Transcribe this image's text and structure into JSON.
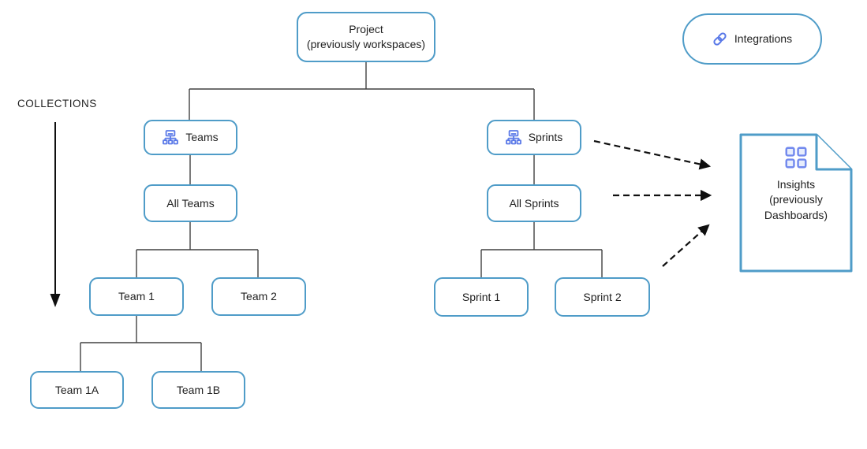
{
  "diagram": {
    "collections_label": "COLLECTIONS",
    "nodes": {
      "project": {
        "lines": [
          "Project",
          "(previously workspaces)"
        ]
      },
      "integrations": {
        "label": "Integrations",
        "icon": "link-icon"
      },
      "teams": {
        "label": "Teams",
        "icon": "org-hierarchy-icon"
      },
      "all_teams": {
        "label": "All Teams"
      },
      "team_1": {
        "label": "Team 1"
      },
      "team_2": {
        "label": "Team 2"
      },
      "team_1a": {
        "label": "Team 1A"
      },
      "team_1b": {
        "label": "Team 1B"
      },
      "sprints": {
        "label": "Sprints",
        "icon": "org-hierarchy-icon"
      },
      "all_sprints": {
        "label": "All Sprints"
      },
      "sprint_1": {
        "label": "Sprint 1"
      },
      "sprint_2": {
        "label": "Sprint 2"
      },
      "insights": {
        "lines": [
          "Insights",
          "(previously",
          "Dashboards)"
        ],
        "icon": "dashboard-grid-icon"
      }
    },
    "colors": {
      "node_border": "#4f9cc8",
      "icon_accent": "#5b7ae8",
      "connector": "#404040",
      "arrow": "#0f0f0f",
      "text": "#1f1f1f",
      "background": "#ffffff"
    }
  }
}
